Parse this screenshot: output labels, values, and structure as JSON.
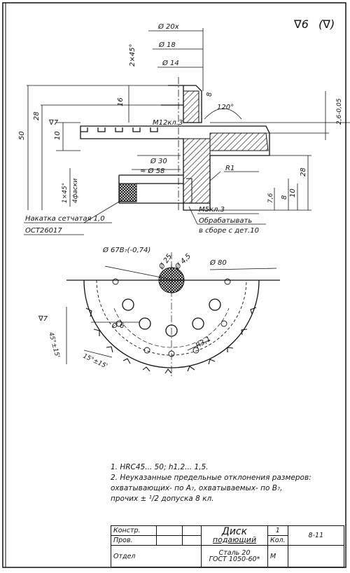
{
  "roughness": {
    "main": "∇6",
    "paren": "(∇)"
  },
  "dims": {
    "d20x": "Ø 20x",
    "d18": "Ø 18",
    "d14": "Ø 14",
    "chamfer": "2×45°",
    "h16": "16",
    "thread": "M12кл.3",
    "h8": "8",
    "angle120": "120°",
    "h26": "2,6-0,05",
    "h50": "50",
    "h28L": "28",
    "h10L": "10",
    "rough7": "∇7",
    "d30": "Ø 30",
    "d58": "≈ Ø 58",
    "r1": "R1",
    "h28R": "28",
    "h76": "7,6",
    "h8b": "8",
    "h10R": "10",
    "chamfer_side": "1×45°",
    "four_ch": "4фаски",
    "m5": "M5кл.3",
    "knurl1": "Накатка сетчатая 1,0",
    "knurl2": "ОСТ26017",
    "assy1": "Обрабатывать",
    "assy2": "в сборе с дет.10",
    "d67": "Ø 67В₇(-0,74)",
    "d25": "Ø 25",
    "d45": "Ø 4,5",
    "d80": "Ø 80",
    "d6": "Ø 6",
    "r31": "R3,1",
    "rough7b": "∇7",
    "ang45": "45°±15'",
    "ang15": "15°±15'"
  },
  "notes": [
    "1.  HRC45... 50;  h1,2... 1,5.",
    "2.  Неуказанные предельные отклонения размеров:",
    "     охватывающих- по A₇, охватываемых- по B₇,",
    "     прочих ± ¹/2 допуска 8 кл."
  ],
  "title_block": {
    "konstr": "Констр.",
    "prov": "Пров.",
    "otdel": "Отдел",
    "name1": "Диск",
    "name2": "подающий",
    "qty": "1",
    "qty_label": "Кол.",
    "material1": "Сталь 20",
    "material2": "ГОСТ 1050-60*",
    "scale": "М",
    "number": "8-11"
  }
}
